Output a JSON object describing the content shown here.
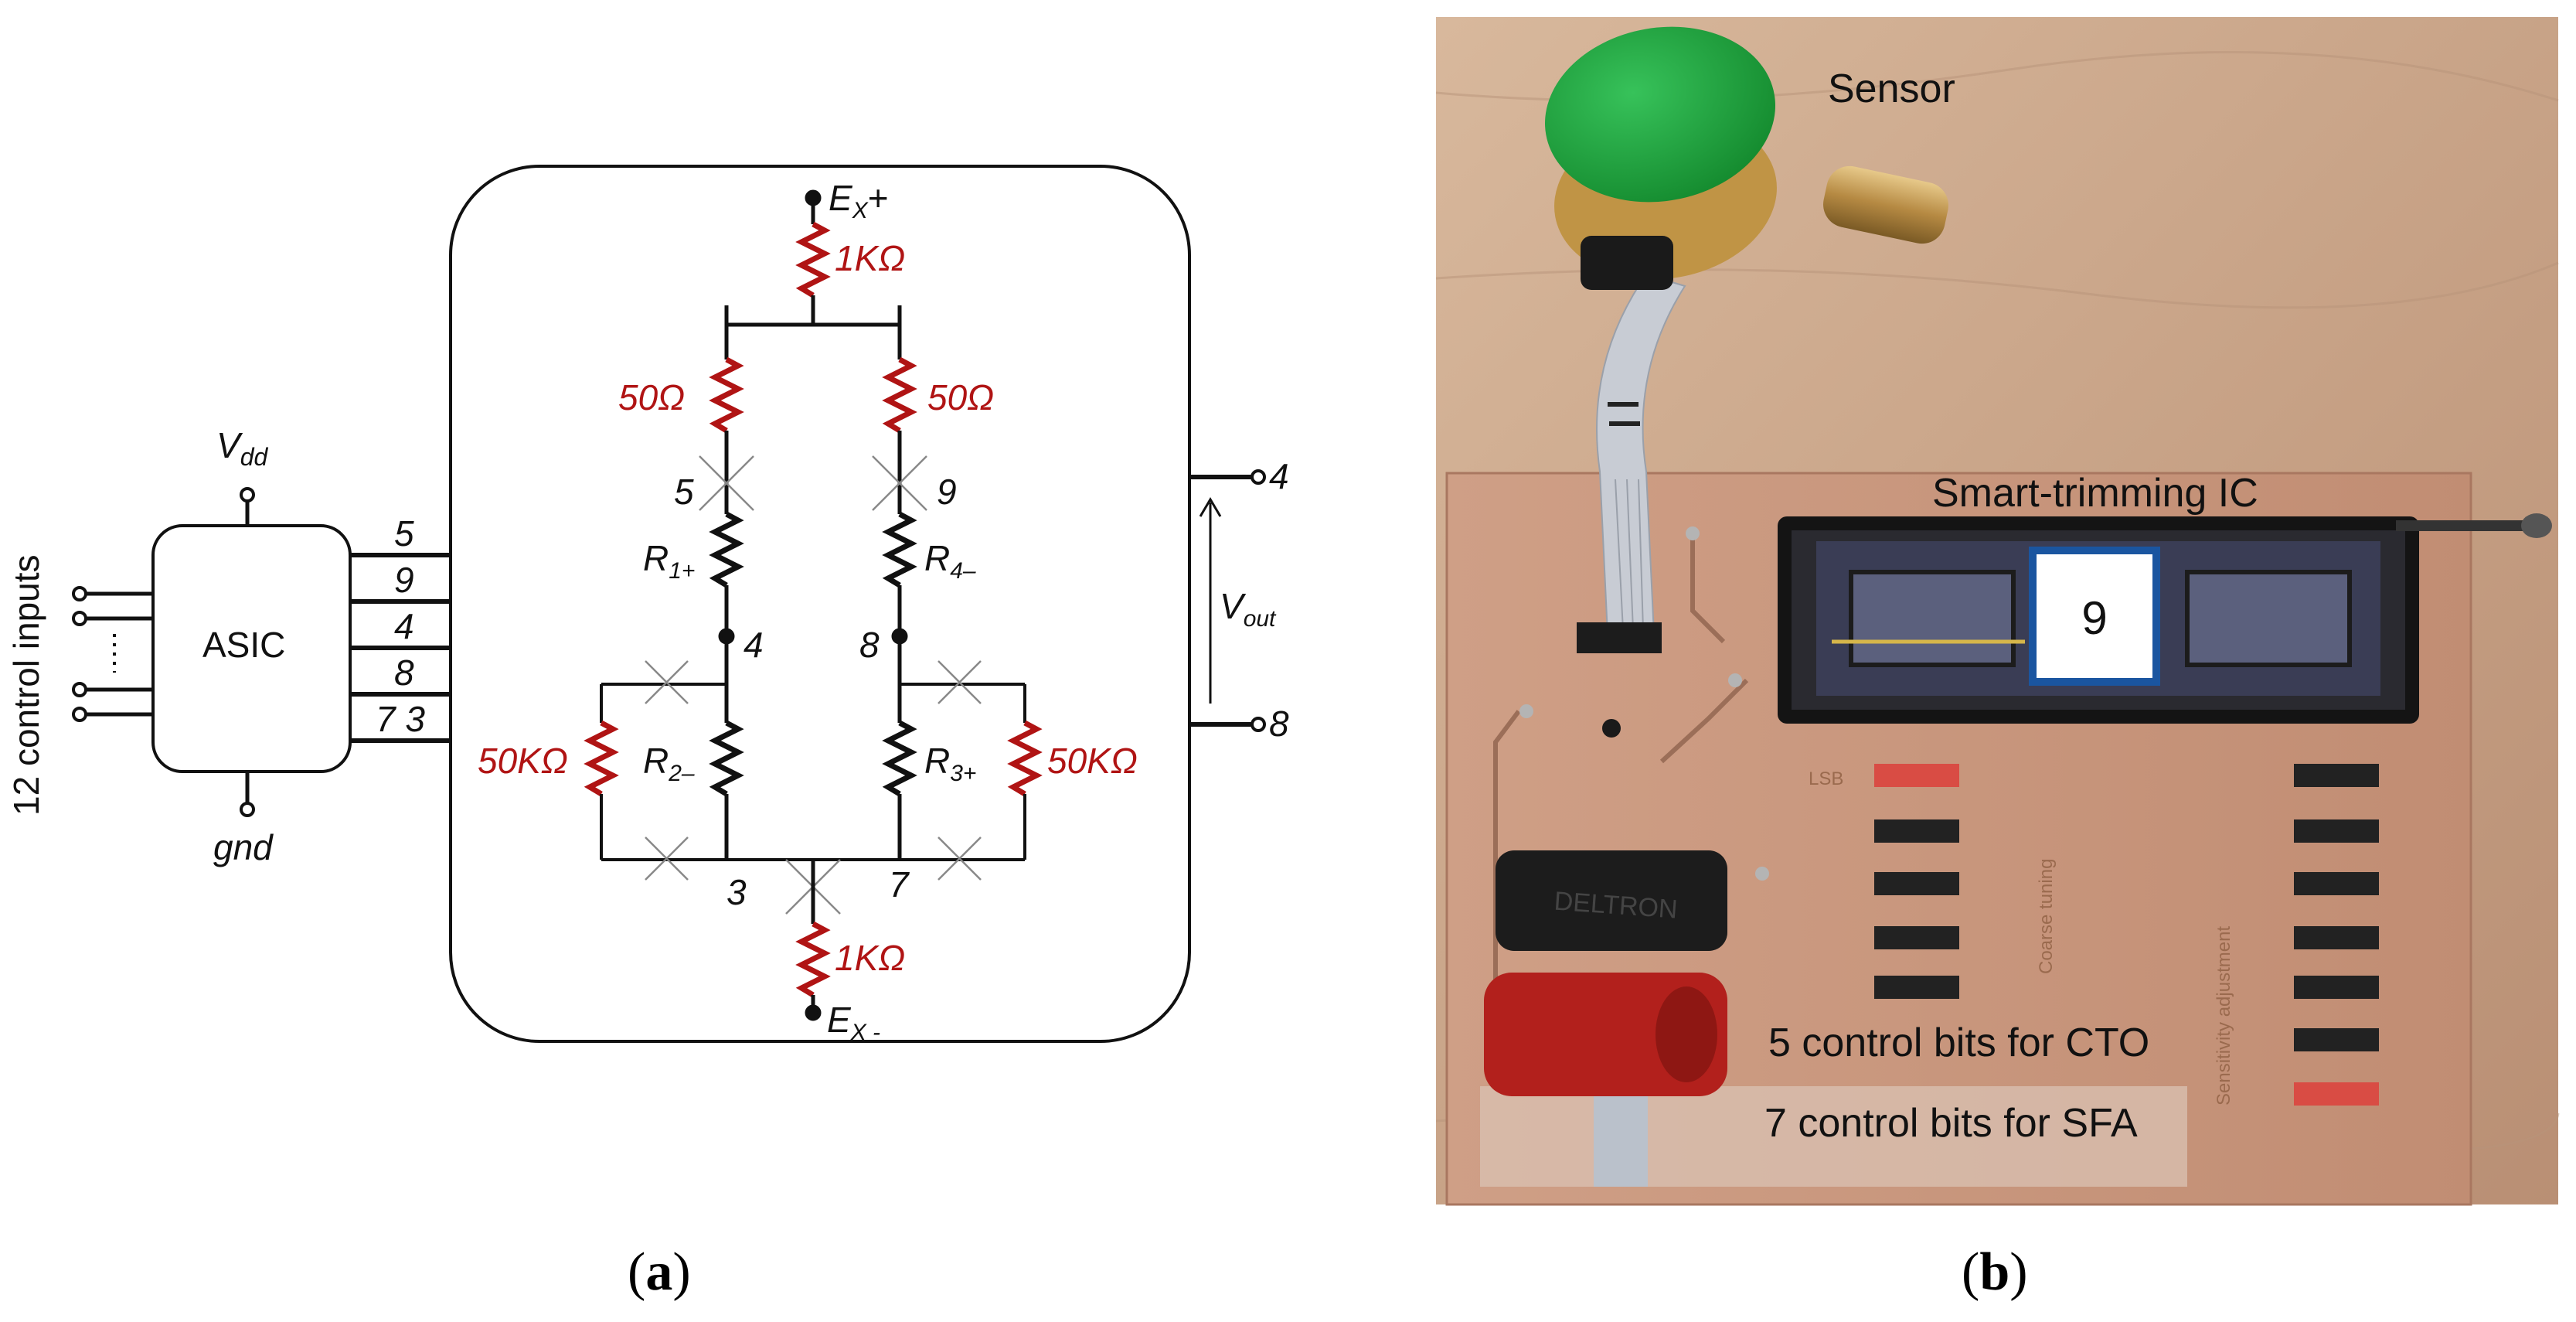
{
  "panel_a": {
    "asic_label": "ASIC",
    "vdd": "V",
    "vdd_sub": "dd",
    "gnd": "gnd",
    "control_inputs": "12 control inputs",
    "bus_labels": [
      "5",
      "9",
      "4",
      "8",
      "7 3"
    ],
    "ex_plus": "E",
    "ex_plus_sub": "X",
    "ex_plus_sign": "+",
    "ex_minus": "E",
    "ex_minus_sub": "X -",
    "r_top": "1KΩ",
    "r_bottom": "1KΩ",
    "r_left_50": "50Ω",
    "r_right_50": "50Ω",
    "r_left_50k": "50KΩ",
    "r_right_50k": "50KΩ",
    "r1": "R",
    "r1_sub": "1+",
    "r2": "R",
    "r2_sub": "2–",
    "r3": "R",
    "r3_sub": "3+",
    "r4": "R",
    "r4_sub": "4–",
    "node_5": "5",
    "node_9": "9",
    "node_4": "4",
    "node_8": "8",
    "node_3": "3",
    "node_7": "7",
    "out_4": "4",
    "out_8": "8",
    "vout": "V",
    "vout_sub": "out",
    "caption_open": "(",
    "caption_letter": "a",
    "caption_close": ")"
  },
  "panel_b": {
    "sensor": "Sensor",
    "ic": "Smart-trimming IC",
    "chip_number": "9",
    "cto": "5 control bits for CTO",
    "sfa": "7 control bits for SFA",
    "lsb": "LSB",
    "coarse": "Coarse tuning",
    "sensitivity": "Sensitivity adjustment",
    "connector": "DELTRON",
    "caption_open": "(",
    "caption_letter": "b",
    "caption_close": ")"
  },
  "colors": {
    "resistor_red": "#b01414",
    "resistor_black": "#111111",
    "board": "#c99a7e",
    "wood": "#c9a88c",
    "green_cap": "#1e9a3a",
    "red_plug": "#b2201c"
  }
}
